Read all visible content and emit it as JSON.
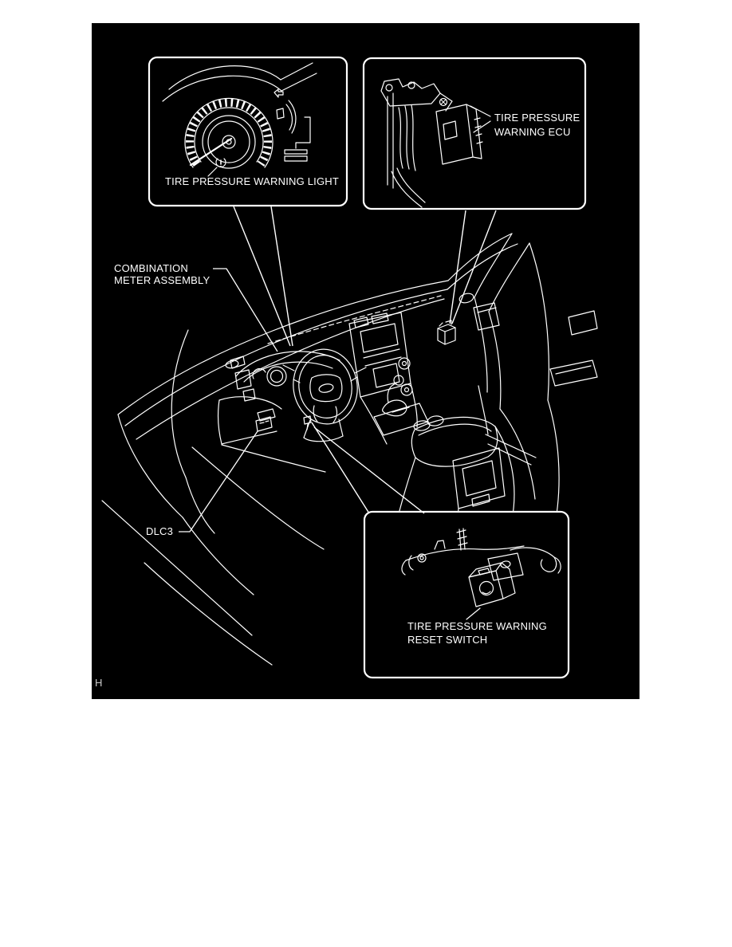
{
  "page": {
    "footer_mark": "H"
  },
  "panel": {
    "background": "#000000",
    "line_color": "#ffffff"
  },
  "callouts": {
    "warning_light": {
      "label": "TIRE PRESSURE WARNING LIGHT"
    },
    "ecu": {
      "line1": "TIRE PRESSURE",
      "line2": "WARNING ECU"
    },
    "reset_switch": {
      "line1": "TIRE PRESSURE WARNING",
      "line2": "RESET SWITCH"
    }
  },
  "labels": {
    "combination_meter": {
      "line1": "COMBINATION",
      "line2": "METER ASSEMBLY"
    },
    "dlc3": {
      "label": "DLC3"
    }
  }
}
